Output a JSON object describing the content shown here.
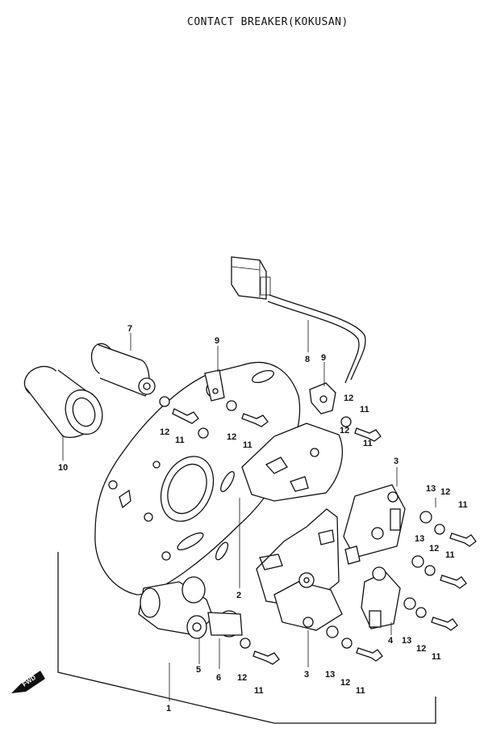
{
  "title": "CONTACT BREAKER(KOKUSAN)",
  "fwd_label": "FWD",
  "callouts": [
    "7",
    "9",
    "8",
    "9",
    "12",
    "11",
    "12",
    "11",
    "12",
    "11",
    "12",
    "11",
    "10",
    "3",
    "13",
    "12",
    "11",
    "13",
    "12",
    "11",
    "2",
    "4",
    "13",
    "12",
    "11",
    "5",
    "6",
    "12",
    "11",
    "3",
    "13",
    "12",
    "11",
    "1"
  ]
}
